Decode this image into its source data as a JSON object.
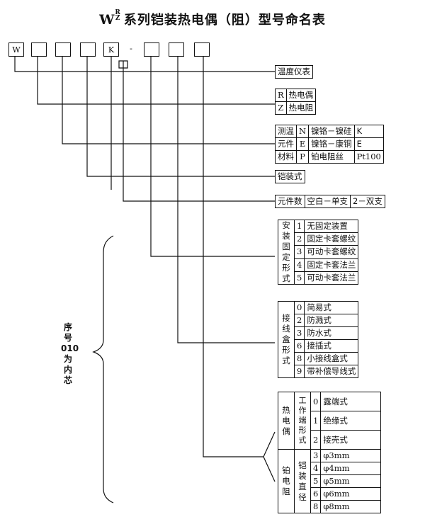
{
  "title": {
    "w": "W",
    "sup": "R",
    "sub": "Z",
    "text": "系列铠装热电偶（阻）型号命名表"
  },
  "code": {
    "w_box": "W",
    "k_box": "K",
    "dash1": "-",
    "dash2": "-"
  },
  "sections": {
    "instrument": {
      "label": "温度仪表"
    },
    "type": {
      "rows": [
        {
          "code": "R",
          "name": "热电偶"
        },
        {
          "code": "Z",
          "name": "热电阻"
        }
      ]
    },
    "element": {
      "side": [
        "测温",
        "元件",
        "材料"
      ],
      "rows": [
        {
          "code": "N",
          "name": "镍铬－镍硅",
          "mark": "K"
        },
        {
          "code": "E",
          "name": "镍铬－康铜",
          "mark": "E"
        },
        {
          "code": "P",
          "name": "铂电阻丝",
          "mark": "Pt100"
        }
      ]
    },
    "armored": {
      "label": "铠装式"
    },
    "count": {
      "label": "元件数",
      "opt1": "空白－单支",
      "opt2": "2－双支"
    },
    "install": {
      "side": "安装固定形式",
      "rows": [
        {
          "code": "1",
          "name": "无固定装置"
        },
        {
          "code": "2",
          "name": "固定卡套螺纹"
        },
        {
          "code": "3",
          "name": "可动卡套螺纹"
        },
        {
          "code": "4",
          "name": "固定卡套法兰"
        },
        {
          "code": "5",
          "name": "可动卡套法兰"
        }
      ]
    },
    "junction": {
      "side": "接线盒形式",
      "rows": [
        {
          "code": "0",
          "name": "简易式"
        },
        {
          "code": "2",
          "name": "防溅式"
        },
        {
          "code": "3",
          "name": "防水式"
        },
        {
          "code": "6",
          "name": "接插式"
        },
        {
          "code": "8",
          "name": "小接线盒式"
        },
        {
          "code": "9",
          "name": "带补偿导线式"
        }
      ]
    },
    "sensor": {
      "tc_side": "热电偶",
      "tc_sub": "工作端形式",
      "tc_rows": [
        {
          "code": "0",
          "name": "露端式"
        },
        {
          "code": "1",
          "name": "绝缘式"
        },
        {
          "code": "2",
          "name": "接壳式"
        }
      ],
      "rtd_side": "铂电阻",
      "rtd_sub": "铠装直径",
      "rtd_rows": [
        {
          "code": "3",
          "name": "φ3mm"
        },
        {
          "code": "4",
          "name": "φ4mm"
        },
        {
          "code": "5",
          "name": "φ5mm"
        },
        {
          "code": "6",
          "name": "φ6mm"
        },
        {
          "code": "8",
          "name": "φ8mm"
        }
      ]
    }
  },
  "brace_note": "序号010为内芯"
}
